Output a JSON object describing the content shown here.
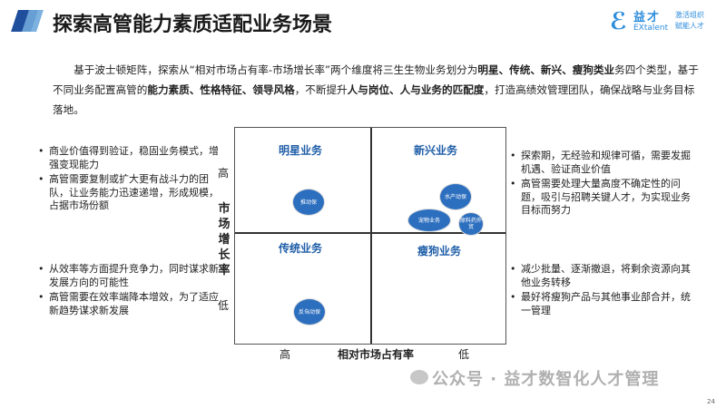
{
  "header": {
    "title": "探索高管能力素质适配业务场景",
    "logo": {
      "mark": "ℰ",
      "cn": "益才",
      "en": "EXtalent",
      "slogan_1": "激活组织",
      "slogan_2": "赋能人才"
    }
  },
  "intro": {
    "p1": "基于波士顿矩阵，探索从“相对市场占有率-市场增长率”两个维度将三生生物业务划分为",
    "b1": "明星、传统、新兴、瘦狗类业",
    "p2": "务四个类型，基于不同业务配置高管的",
    "b2": "能力素质、性格特征、领导风格",
    "p3": "，不断提升",
    "b3": "人与岗位、人与业务的匹配度",
    "p4": "，打造高绩效管理团队，确保战略与业务目标落地。"
  },
  "notes": {
    "top_left": [
      "商业价值得到验证，稳固业务模式，增强变现能力",
      "高管需要复制或扩大更有战斗力的团队，让业务能力迅速递增，形成规模，占据市场份额"
    ],
    "bottom_left": [
      "从效率等方面提升竞争力，同时谋求新发展方向的可能性",
      "高管需要在效率端降本增效，为了适应新趋势谋求新发展"
    ],
    "top_right": [
      "探索期，无经验和规律可循，需要发掘机遇、验证商业价值",
      "高管需要处理大量高度不确定性的问题，吸引与招聘关键人才，为实现业务目标而努力"
    ],
    "bottom_right": [
      "减少批量、逐渐撤退，将剩余资源向其他业务转移",
      "最好将瘦狗产品与其他事业部合并，统一管理"
    ]
  },
  "matrix": {
    "quadrants": {
      "star": "明星业务",
      "emerging": "新兴业务",
      "traditional": "传统业务",
      "dog": "瘦狗业务"
    },
    "bubbles": {
      "b1": "推动保",
      "b2": "水产动保",
      "b3": "宠物业务",
      "b4": "原料药外贸",
      "b5": "反刍动保"
    }
  },
  "axes": {
    "y_title": "市场增长率",
    "y_high": "高",
    "y_low": "低",
    "x_title": "相对市场占有率",
    "x_high": "高",
    "x_low": "低"
  },
  "footer": {
    "watermark": "公众号 · 益才数智化人才管理",
    "page_number": "24"
  },
  "colors": {
    "title_accent_dark": "#1f4e9c",
    "title_accent_light": "#6fa8dc",
    "bubble": "#2d6fbf",
    "quadrant_label": "#1f5ea8",
    "logo": "#2e8ddc"
  }
}
